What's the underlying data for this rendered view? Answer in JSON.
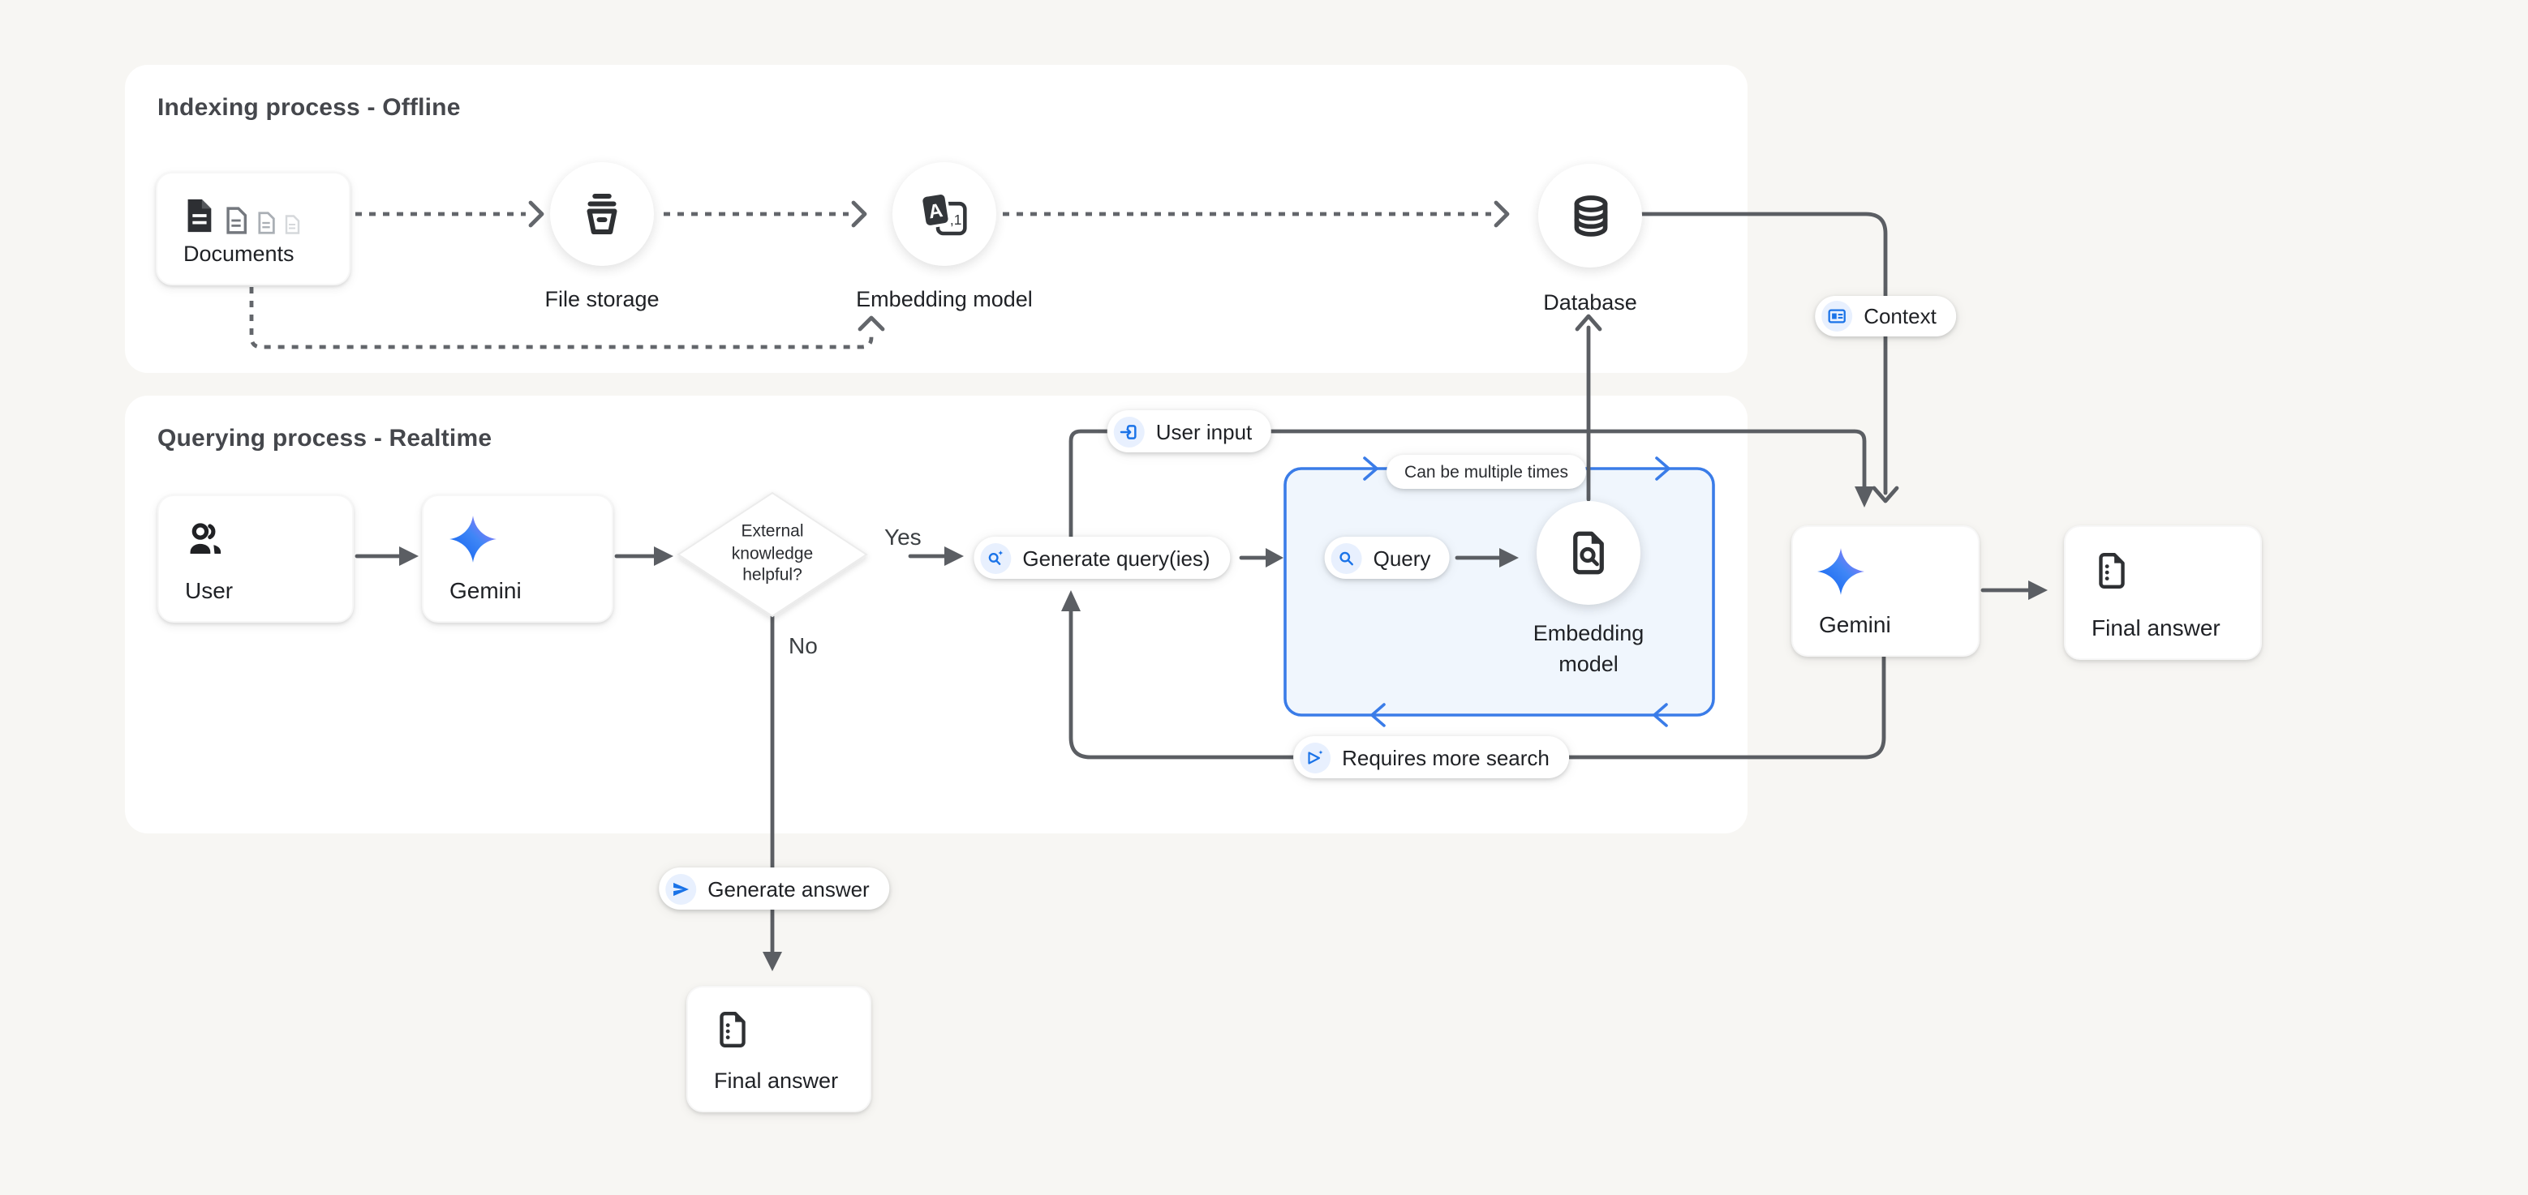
{
  "panels": {
    "indexing": {
      "title": "Indexing process - Offline"
    },
    "querying": {
      "title": "Querying process - Realtime"
    }
  },
  "nodes": {
    "documents": {
      "label": "Documents"
    },
    "file_storage": {
      "label": "File storage"
    },
    "embedding_model_offline": {
      "label": "Embedding model"
    },
    "database": {
      "label": "Database"
    },
    "user": {
      "label": "User"
    },
    "gemini": {
      "label": "Gemini"
    },
    "decision": {
      "line1": "External",
      "line2": "knowledge",
      "line3": "helpful?"
    },
    "embedding_model_realtime": {
      "line1": "Embedding",
      "line2": "model"
    },
    "final_answer": {
      "label": "Final answer"
    }
  },
  "pills": {
    "user_input": {
      "label": "User input",
      "icon": "input-icon"
    },
    "generate_queries": {
      "label": "Generate query(ies)",
      "icon": "search-spark-icon"
    },
    "query": {
      "label": "Query",
      "icon": "search-icon"
    },
    "context": {
      "label": "Context",
      "icon": "article-icon"
    },
    "can_be_multiple_times": {
      "label": "Can be multiple times"
    },
    "requires_more_search": {
      "label": "Requires more search",
      "icon": "spark-arrow-icon"
    },
    "generate_answer": {
      "label": "Generate answer",
      "icon": "send-icon"
    }
  },
  "edges": {
    "yes_label": "Yes",
    "no_label": "No"
  },
  "colors": {
    "page_bg": "#f7f6f3",
    "panel_bg": "#ffffff",
    "line": "#5b5e63",
    "accent_blue": "#1a73e8",
    "loop_border": "#3a7ce8",
    "loop_fill": "#f0f6fd",
    "icon_chip_bg": "#e8f0fe",
    "gemini_gradient": [
      "#1565f0",
      "#3f86f6",
      "#9b78f8"
    ]
  }
}
